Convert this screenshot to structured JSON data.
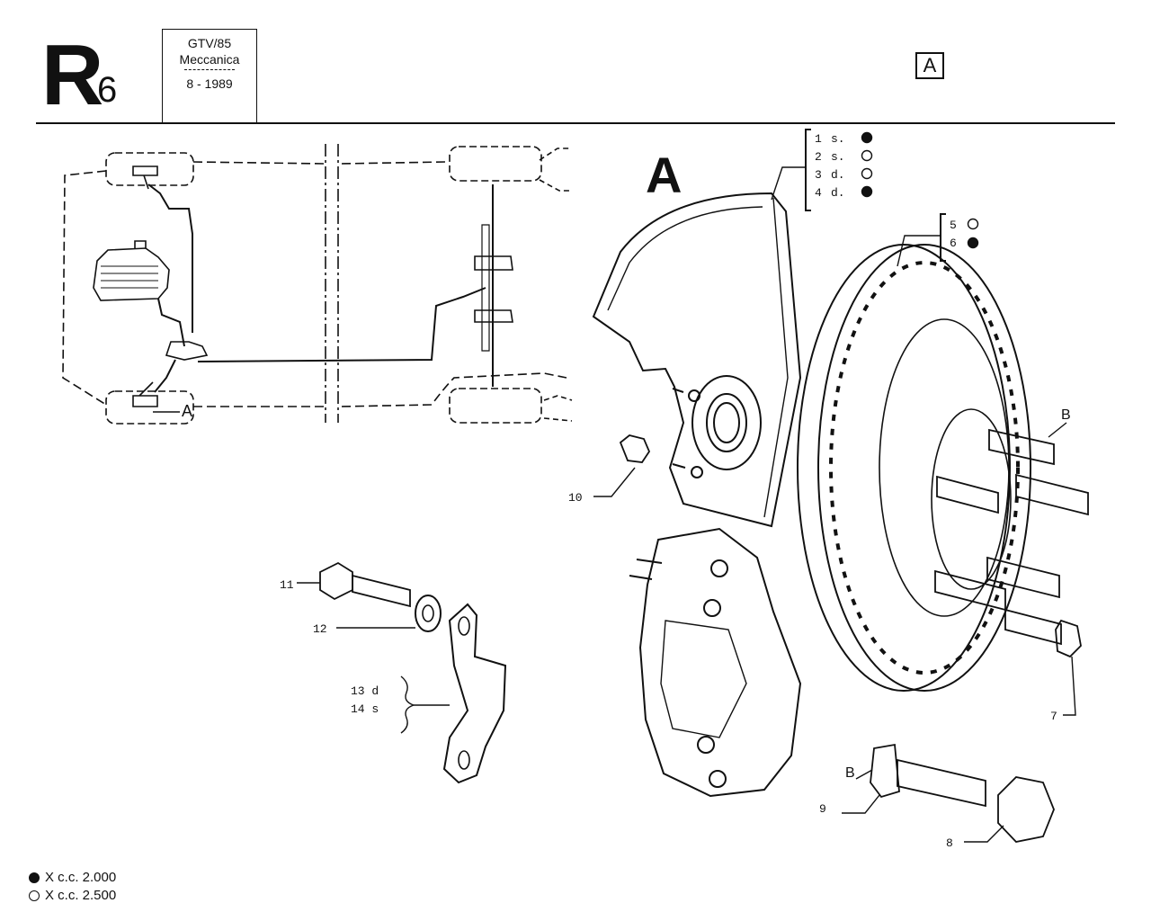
{
  "header": {
    "section_letter": "R",
    "section_number": "6",
    "model": "GTV/85",
    "category": "Meccanica",
    "date": "8 - 1989",
    "view_ref": "A"
  },
  "overview": {
    "callout": "A"
  },
  "detail": {
    "view_title": "A",
    "group_1_4": [
      {
        "num": "1",
        "side": "s.",
        "marker": "filled"
      },
      {
        "num": "2",
        "side": "s.",
        "marker": "open"
      },
      {
        "num": "3",
        "side": "d.",
        "marker": "open"
      },
      {
        "num": "4",
        "side": "d.",
        "marker": "filled"
      }
    ],
    "group_5_6": [
      {
        "num": "5",
        "marker": "open"
      },
      {
        "num": "6",
        "marker": "filled"
      }
    ],
    "callouts": {
      "b_upper": "B",
      "b_lower": "B",
      "c7": "7",
      "c8": "8",
      "c9": "9",
      "c10": "10",
      "c11": "11",
      "c12": "12",
      "c13": "13 d",
      "c14": "14 s"
    }
  },
  "legend": [
    {
      "marker": "filled",
      "text": "X c.c. 2.000"
    },
    {
      "marker": "open",
      "text": "X c.c. 2.500"
    }
  ]
}
